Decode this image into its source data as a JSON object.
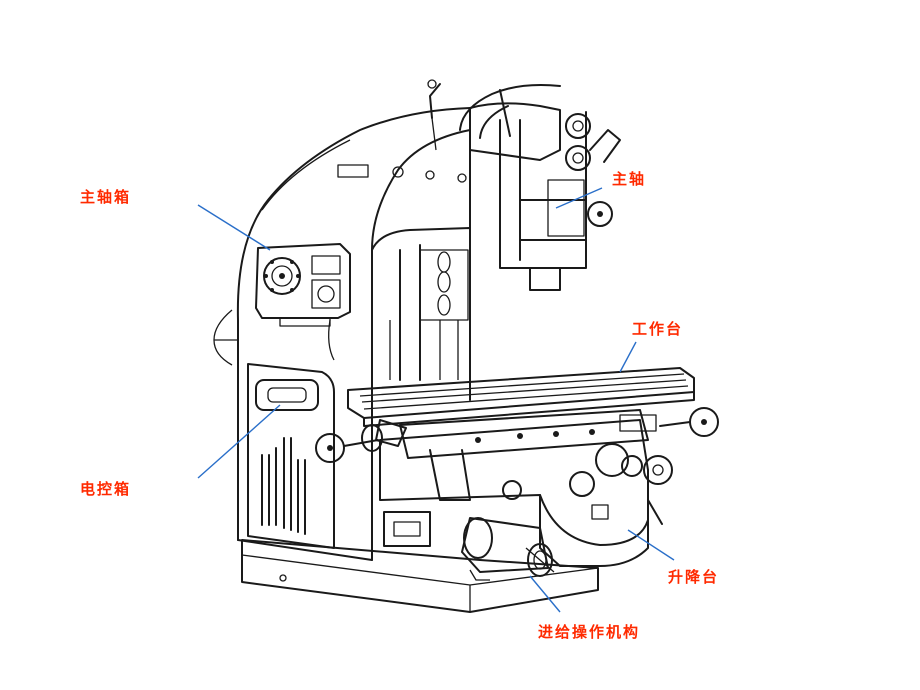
{
  "labels": {
    "spindle_box": "主轴箱",
    "spindle": "主轴",
    "worktable": "工作台",
    "electric_box": "电控箱",
    "lifting_table": "升降台",
    "feed_mechanism": "进给操作机构"
  },
  "colors": {
    "label": "#ff2a00",
    "leader": "#2a6fc9",
    "ink": "#1a1a1a"
  }
}
